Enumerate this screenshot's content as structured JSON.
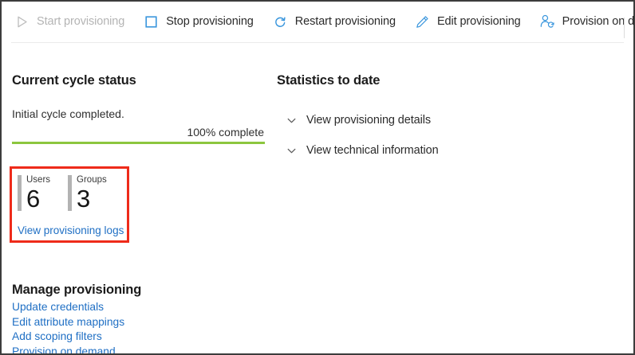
{
  "command_bar": {
    "buttons": [
      {
        "label": "Start provisioning",
        "icon": "play-icon",
        "disabled": true
      },
      {
        "label": "Stop provisioning",
        "icon": "stop-square-icon",
        "disabled": false
      },
      {
        "label": "Restart provisioning",
        "icon": "restart-arrow-icon",
        "disabled": false
      },
      {
        "label": "Edit provisioning",
        "icon": "pencil-edit-icon",
        "disabled": false
      },
      {
        "label": "Provision on demand",
        "icon": "user-sync-icon",
        "disabled": false
      }
    ]
  },
  "cycle": {
    "title": "Current cycle status",
    "status_text": "Initial cycle completed.",
    "progress_label": "100% complete",
    "progress_percent": 100
  },
  "stats_card": {
    "tiles": [
      {
        "label": "Users",
        "value": "6"
      },
      {
        "label": "Groups",
        "value": "3"
      }
    ],
    "logs_link": "View provisioning logs"
  },
  "statistics": {
    "title": "Statistics to date",
    "expanders": [
      {
        "label": "View provisioning details",
        "icon": "chevron-down-icon"
      },
      {
        "label": "View technical information",
        "icon": "chevron-down-icon"
      }
    ]
  },
  "manage": {
    "title": "Manage provisioning",
    "links": [
      "Update credentials",
      "Edit attribute mappings",
      "Add scoping filters",
      "Provision on demand"
    ]
  },
  "colors": {
    "accent_link": "#1f6fc4",
    "icon_blue": "#3a96dd",
    "progress_green": "#8cc63e",
    "highlight_red": "#ee2b1a",
    "disabled_gray": "#b4b4b4"
  }
}
